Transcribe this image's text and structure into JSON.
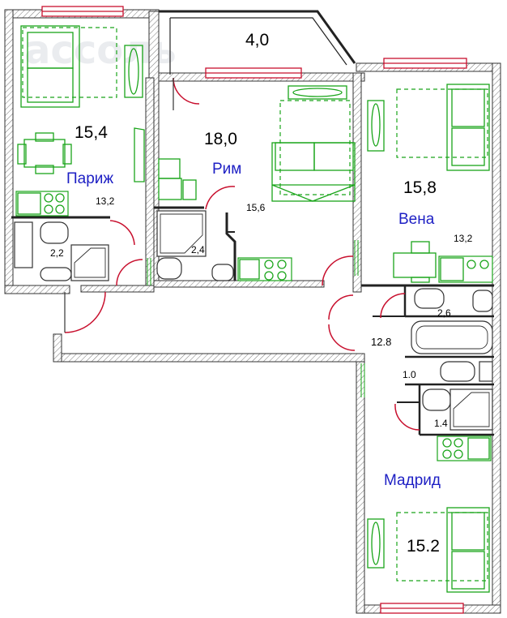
{
  "plan": {
    "watermark": "ассоль",
    "rooms": {
      "paris": {
        "name": "Париж",
        "area": "15,4",
        "kitchen_area": "13,2",
        "bath_area": "2,2"
      },
      "rome": {
        "name": "Рим",
        "area": "18,0",
        "kitchen_area": "15,6",
        "bath_area": "2,4"
      },
      "vienna": {
        "name": "Вена",
        "area": "15,8",
        "kitchen_area": "13,2",
        "bath_area": "2,6"
      },
      "madrid": {
        "name": "Мадрид",
        "area": "15.2",
        "bath_area": "1.4"
      }
    },
    "balcony_area": "4,0",
    "hall_area": "12.8",
    "wc_area": "1.0"
  },
  "colors": {
    "walls": "#222222",
    "windows": "#c8102e",
    "furniture": "#1aa51a",
    "room_names": "#1d1fc4"
  }
}
